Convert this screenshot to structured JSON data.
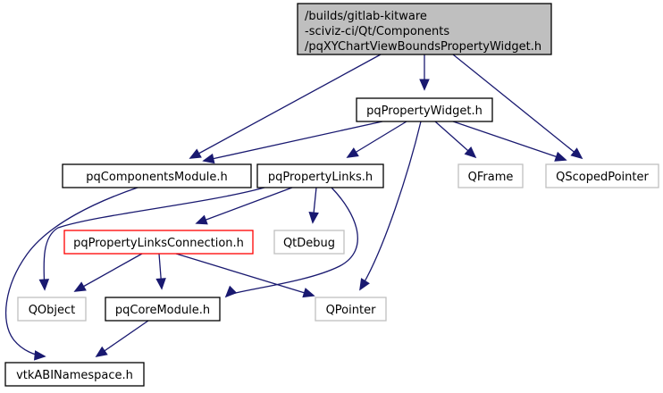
{
  "graph": {
    "title": "pqXYChartViewBoundsPropertyWidget.h include dependency graph",
    "colors": {
      "edge": "#191970",
      "root_fill": "#bfbfbf",
      "root_border": "#000000",
      "documented_border": "#000000",
      "undocumented_border": "#bfbfbf",
      "truncated_border": "#ff0000",
      "node_fill": "#ffffff"
    },
    "nodes": [
      {
        "id": "root",
        "lines": [
          "/builds/gitlab-kitware",
          "-sciviz-ci/Qt/Components",
          "/pqXYChartViewBoundsPropertyWidget.h"
        ],
        "kind": "root"
      },
      {
        "id": "pqPropertyWidget",
        "lines": [
          "pqPropertyWidget.h"
        ],
        "kind": "documented"
      },
      {
        "id": "pqComponentsModule",
        "lines": [
          "pqComponentsModule.h"
        ],
        "kind": "documented"
      },
      {
        "id": "pqPropertyLinks",
        "lines": [
          "pqPropertyLinks.h"
        ],
        "kind": "documented"
      },
      {
        "id": "QFrame",
        "lines": [
          "QFrame"
        ],
        "kind": "undocumented"
      },
      {
        "id": "QScopedPointer",
        "lines": [
          "QScopedPointer"
        ],
        "kind": "undocumented"
      },
      {
        "id": "pqPropertyLinksConnection",
        "lines": [
          "pqPropertyLinksConnection.h"
        ],
        "kind": "truncated"
      },
      {
        "id": "QtDebug",
        "lines": [
          "QtDebug"
        ],
        "kind": "undocumented"
      },
      {
        "id": "QObject",
        "lines": [
          "QObject"
        ],
        "kind": "undocumented"
      },
      {
        "id": "pqCoreModule",
        "lines": [
          "pqCoreModule.h"
        ],
        "kind": "documented"
      },
      {
        "id": "QPointer",
        "lines": [
          "QPointer"
        ],
        "kind": "undocumented"
      },
      {
        "id": "vtkABINamespace",
        "lines": [
          "vtkABINamespace.h"
        ],
        "kind": "documented"
      }
    ],
    "edges": [
      {
        "from": "root",
        "to": "pqPropertyWidget"
      },
      {
        "from": "root",
        "to": "pqComponentsModule"
      },
      {
        "from": "root",
        "to": "QScopedPointer"
      },
      {
        "from": "pqPropertyWidget",
        "to": "pqComponentsModule"
      },
      {
        "from": "pqPropertyWidget",
        "to": "pqPropertyLinks"
      },
      {
        "from": "pqPropertyWidget",
        "to": "QFrame"
      },
      {
        "from": "pqPropertyWidget",
        "to": "QScopedPointer"
      },
      {
        "from": "pqPropertyWidget",
        "to": "QPointer"
      },
      {
        "from": "pqComponentsModule",
        "to": "vtkABINamespace"
      },
      {
        "from": "pqPropertyLinks",
        "to": "pqPropertyLinksConnection"
      },
      {
        "from": "pqPropertyLinks",
        "to": "QtDebug"
      },
      {
        "from": "pqPropertyLinks",
        "to": "QObject"
      },
      {
        "from": "pqPropertyLinks",
        "to": "pqCoreModule"
      },
      {
        "from": "pqPropertyLinksConnection",
        "to": "QObject"
      },
      {
        "from": "pqPropertyLinksConnection",
        "to": "pqCoreModule"
      },
      {
        "from": "pqPropertyLinksConnection",
        "to": "QPointer"
      },
      {
        "from": "pqCoreModule",
        "to": "vtkABINamespace"
      }
    ]
  }
}
